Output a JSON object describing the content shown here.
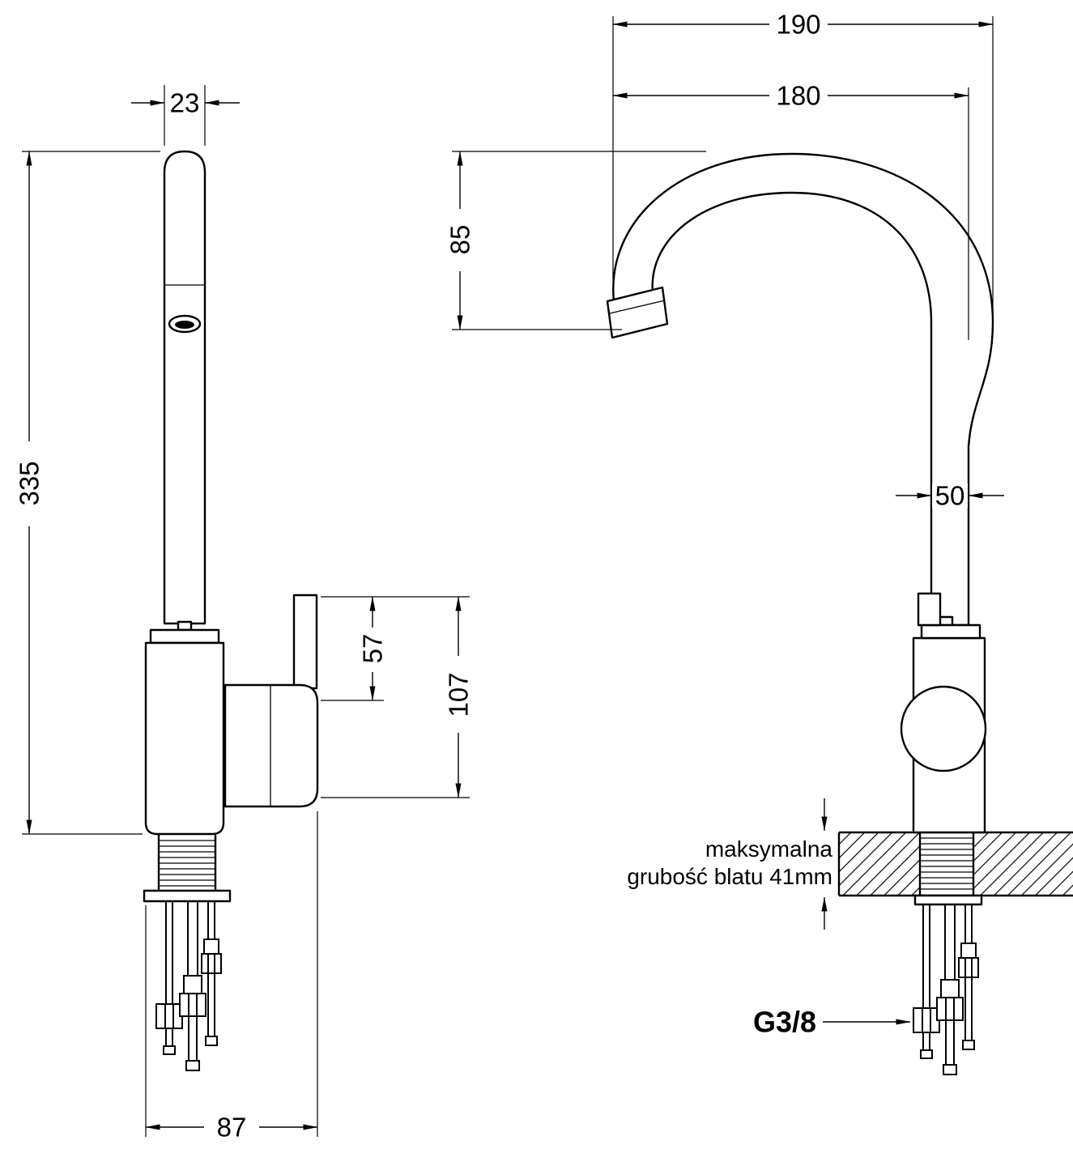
{
  "meta": {
    "type": "technical-drawing",
    "subject": "kitchen sink mixer faucet dimensional drawing"
  },
  "front_view": {
    "spout_width": "23",
    "total_height": "335",
    "handle_height": "57",
    "handle_reach": "107",
    "base_depth": "87"
  },
  "side_view": {
    "overall_reach": "190",
    "spout_reach": "180",
    "spout_height": "85",
    "pipe_width": "50",
    "counter_note_line1": "maksymalna",
    "counter_note_line2": "grubość blatu 41mm",
    "thread_size": "G3/8"
  },
  "colors": {
    "line": "#000000",
    "background": "#ffffff"
  }
}
